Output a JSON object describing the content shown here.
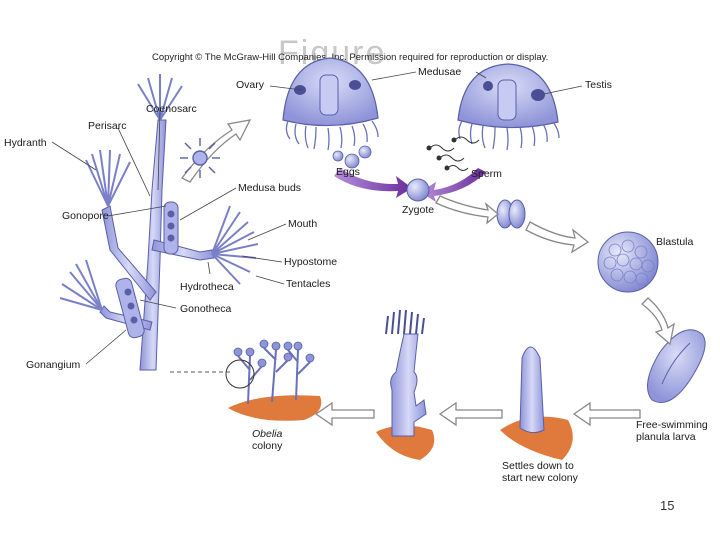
{
  "slide": {
    "ghost_title": "Figure",
    "copyright": "Copyright © The McGraw-Hill Companies, Inc. Permission required for reproduction or display.",
    "page_number": "15"
  },
  "labels": {
    "medusae": "Medusae",
    "ovary": "Ovary",
    "testis": "Testis",
    "eggs": "Eggs",
    "sperm": "Sperm",
    "zygote": "Zygote",
    "blastula": "Blastula",
    "planula_line1": "Free-swimming",
    "planula_line2": "planula larva",
    "settles_line1": "Settles down to",
    "settles_line2": "start new colony",
    "obelia_line1": "Obelia",
    "obelia_line2": "colony",
    "hydranth": "Hydranth",
    "perisarc": "Perisarc",
    "coenosarc": "Coenosarc",
    "medusa_buds": "Medusa buds",
    "gonopore": "Gonopore",
    "mouth": "Mouth",
    "hypostome": "Hypostome",
    "hydrotheca": "Hydrotheca",
    "tentacles": "Tentacles",
    "gonotheca": "Gonotheca",
    "gonangium": "Gonangium"
  },
  "colors": {
    "organism_fill": "#a9aee8",
    "organism_stroke": "#5a5fa8",
    "arrow_outline": "#888888",
    "arrow_purple": "#7a3ea8",
    "substrate": "#e07a3c"
  }
}
